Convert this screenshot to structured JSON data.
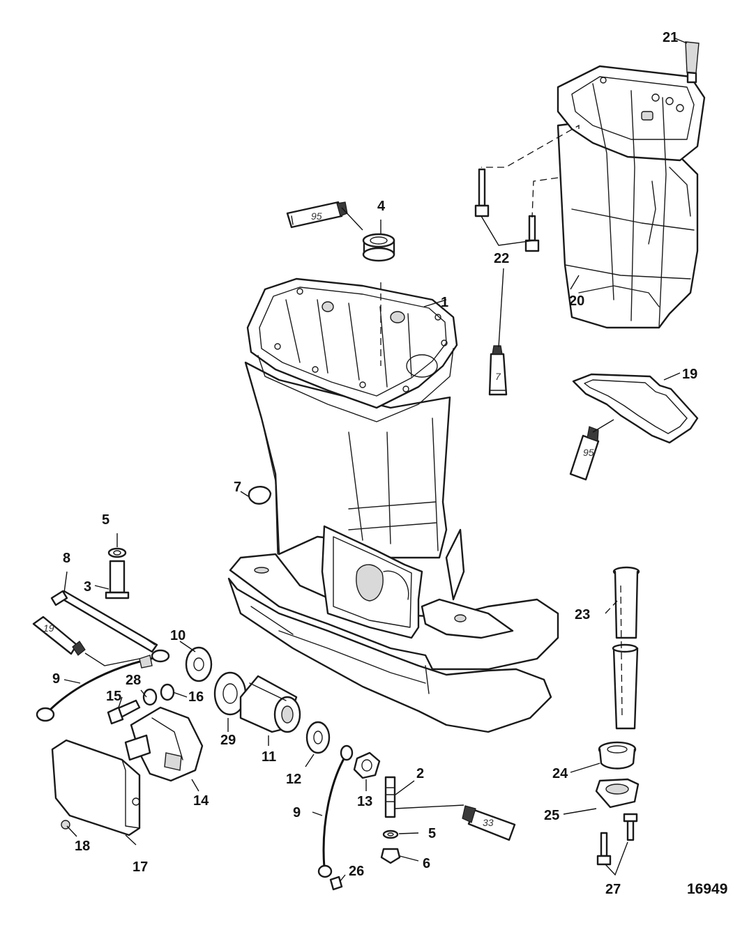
{
  "figure_number": "16949",
  "callouts": [
    {
      "id": "c1",
      "label": "1"
    },
    {
      "id": "c2",
      "label": "2"
    },
    {
      "id": "c3",
      "label": "3"
    },
    {
      "id": "c4",
      "label": "4"
    },
    {
      "id": "c5a",
      "label": "5"
    },
    {
      "id": "c5b",
      "label": "5"
    },
    {
      "id": "c6",
      "label": "6"
    },
    {
      "id": "c7a",
      "label": "7"
    },
    {
      "id": "c8",
      "label": "8"
    },
    {
      "id": "c9a",
      "label": "9"
    },
    {
      "id": "c9b",
      "label": "9"
    },
    {
      "id": "c10",
      "label": "10"
    },
    {
      "id": "c11",
      "label": "11"
    },
    {
      "id": "c12",
      "label": "12"
    },
    {
      "id": "c13",
      "label": "13"
    },
    {
      "id": "c14",
      "label": "14"
    },
    {
      "id": "c15",
      "label": "15"
    },
    {
      "id": "c16",
      "label": "16"
    },
    {
      "id": "c17",
      "label": "17"
    },
    {
      "id": "c18",
      "label": "18"
    },
    {
      "id": "c19",
      "label": "19"
    },
    {
      "id": "c20",
      "label": "20"
    },
    {
      "id": "c21",
      "label": "21"
    },
    {
      "id": "c22",
      "label": "22"
    },
    {
      "id": "c23",
      "label": "23"
    },
    {
      "id": "c24",
      "label": "24"
    },
    {
      "id": "c25",
      "label": "25"
    },
    {
      "id": "c26",
      "label": "26"
    },
    {
      "id": "c27",
      "label": "27"
    },
    {
      "id": "c28",
      "label": "28"
    },
    {
      "id": "c29",
      "label": "29"
    }
  ],
  "sealant_tubes": [
    {
      "id": "t95a",
      "label": "95"
    },
    {
      "id": "t7",
      "label": "7"
    },
    {
      "id": "t95b",
      "label": "95"
    },
    {
      "id": "t19",
      "label": "19"
    },
    {
      "id": "t33",
      "label": "33"
    }
  ]
}
